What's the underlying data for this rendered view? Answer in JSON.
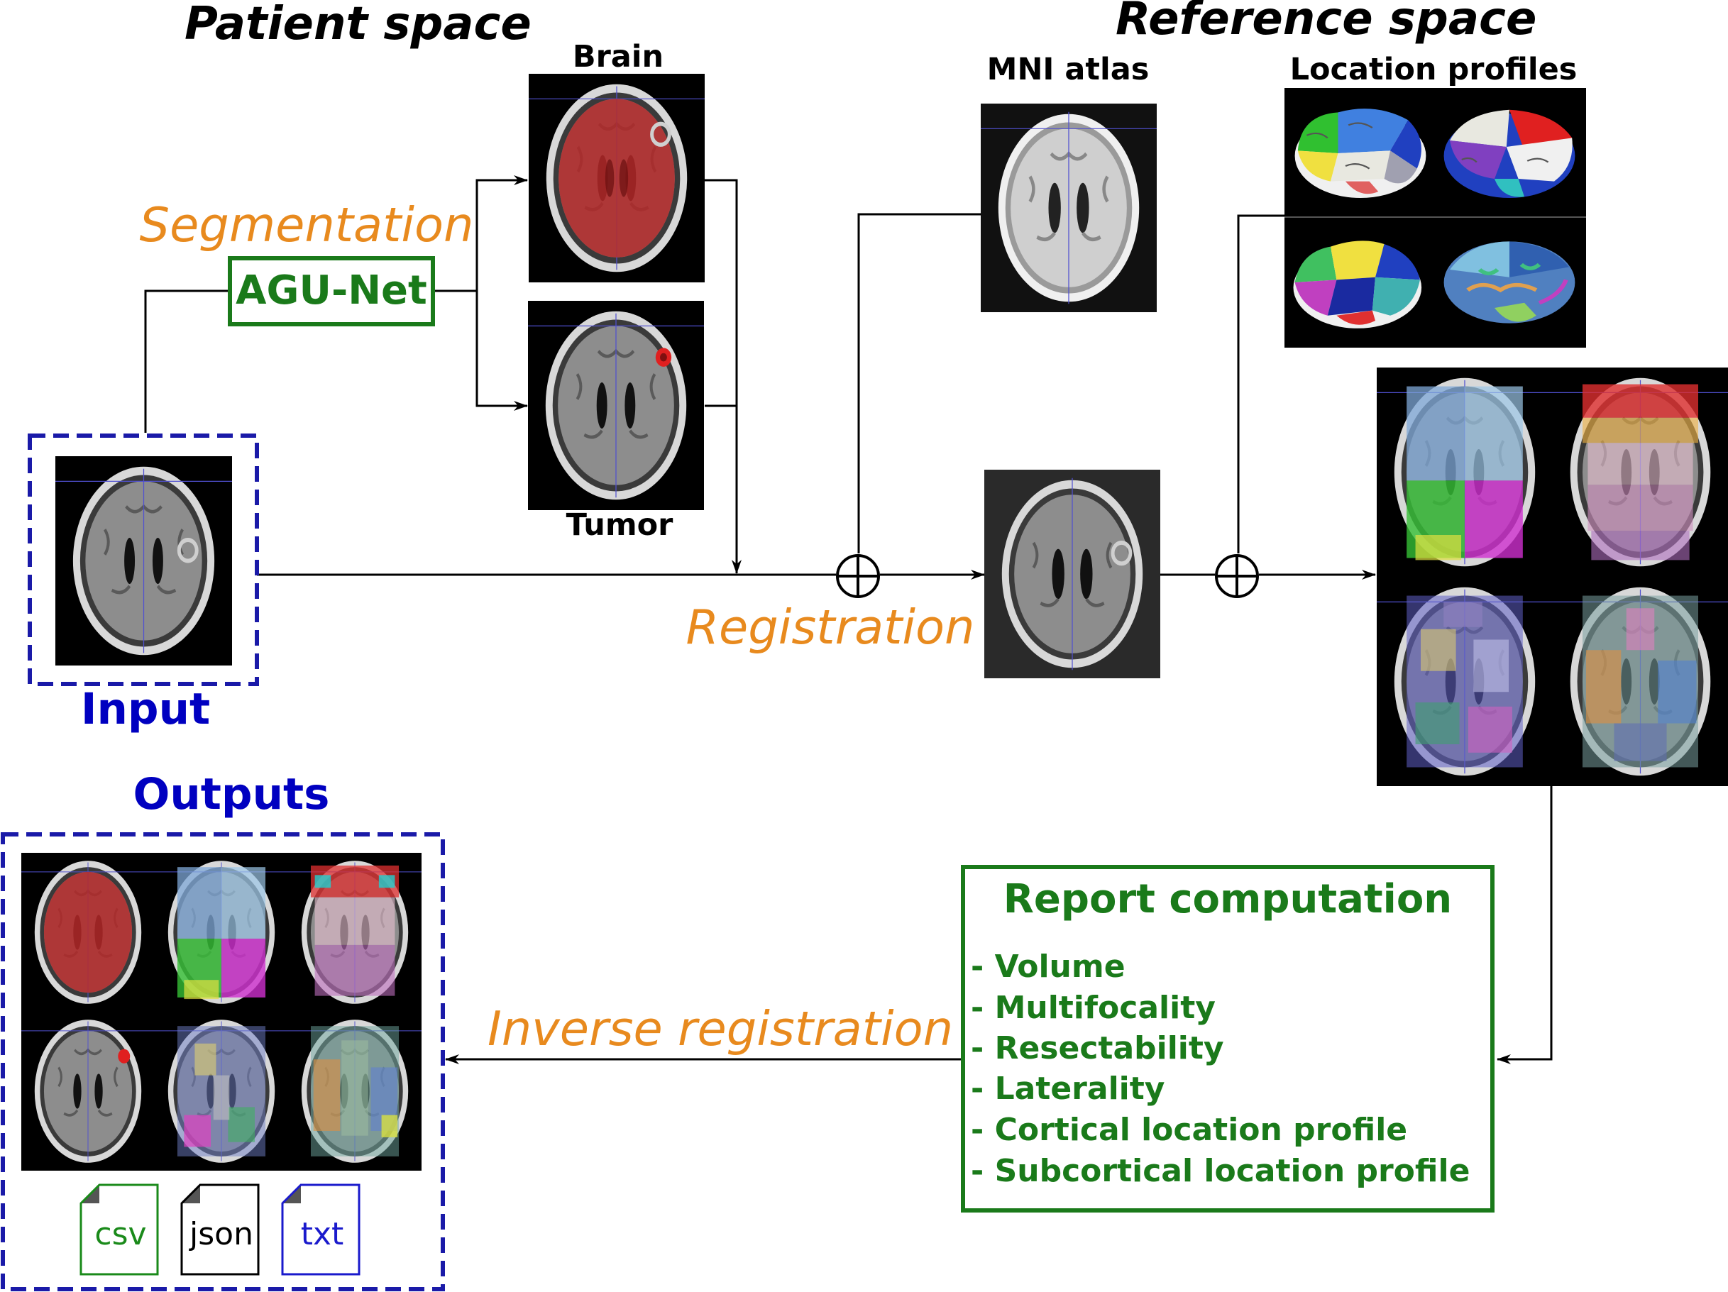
{
  "headings": {
    "patient_space": "Patient space",
    "reference_space": "Reference space"
  },
  "image_labels": {
    "brain": "Brain",
    "tumor": "Tumor",
    "mni_atlas": "MNI atlas",
    "location_profiles": "Location profiles"
  },
  "steps": {
    "segmentation": "Segmentation",
    "model": "AGU-Net",
    "registration": "Registration",
    "inverse_registration": "Inverse registration"
  },
  "input": {
    "label": "Input"
  },
  "outputs": {
    "label": "Outputs",
    "files": [
      {
        "label": "csv",
        "color": "#1a8a1a"
      },
      {
        "label": "json",
        "color": "#000000"
      },
      {
        "label": "txt",
        "color": "#1a1acc"
      }
    ]
  },
  "report": {
    "title": "Report computation",
    "items": [
      "- Volume",
      "- Multifocality",
      "- Resectability",
      "- Laterality",
      "- Cortical location profile",
      "- Subcortical location profile"
    ]
  },
  "operators": {
    "combine_symbol": "⊕"
  },
  "colors": {
    "stage_orange": "#e88a1e",
    "accent_green": "#1a7a1a",
    "accent_blue": "#0000c0",
    "brain_mask_red": "#b42828",
    "tumor_red": "#e02020"
  },
  "icons": [
    "brain-mri-icon",
    "brain-3d-render-icon",
    "file-icon",
    "arrow-icon",
    "circled-plus-icon"
  ]
}
